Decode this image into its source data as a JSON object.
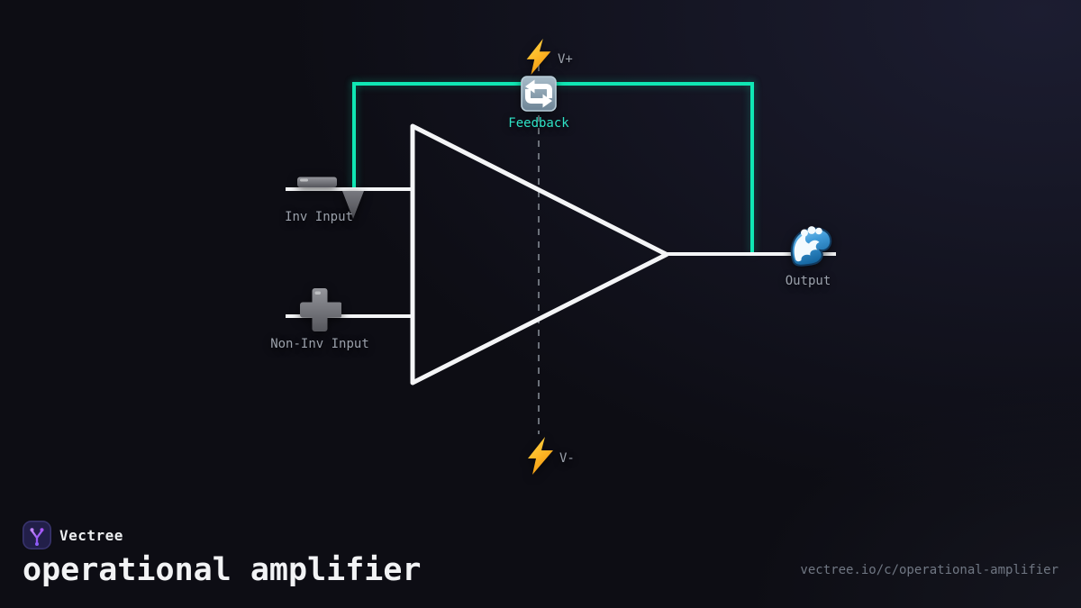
{
  "colors": {
    "background": "#0d0d14",
    "wire_accent": "#10e7b4",
    "circuit_line": "#f4f5f7",
    "label_gray": "#9ba1ab",
    "feedback_label_color": "#2fe3c6",
    "url_gray": "#707783",
    "brand_purple": "#a855f7"
  },
  "diagram": {
    "nodes": {
      "v_plus": {
        "label": "V+",
        "icon": "lightning-icon"
      },
      "v_minus": {
        "label": "V-",
        "icon": "lightning-icon"
      },
      "feedback": {
        "label": "Feedback",
        "icon": "cycle-arrows-icon"
      },
      "inv_input": {
        "label": "Inv Input",
        "icon": "minus-icon"
      },
      "non_inv_input": {
        "label": "Non-Inv Input",
        "icon": "plus-icon"
      },
      "output": {
        "label": "Output",
        "icon": "wave-icon"
      }
    }
  },
  "branding": {
    "name": "Vectree",
    "title": "operational amplifier",
    "url": "vectree.io/c/operational-amplifier"
  }
}
